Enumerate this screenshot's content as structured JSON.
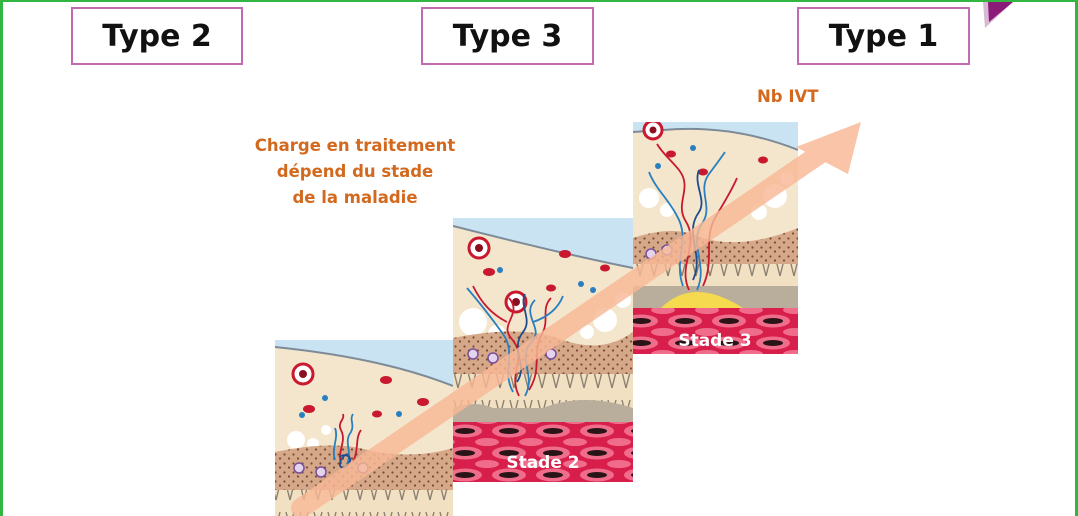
{
  "types": {
    "left": "Type 2",
    "middle": "Type 3",
    "right": "Type 1"
  },
  "labels": {
    "treatment_line1": "Charge en traitement",
    "treatment_line2": "dépend du stade",
    "treatment_line3": "de la maladie",
    "nb_ivt": "Nb IVT"
  },
  "stages": {
    "stage2": "Stade 2",
    "stage3": "Stade 3"
  },
  "colors": {
    "frame_border": "#33b542",
    "type_box_border": "#c26ab2",
    "corner_accent": "#8b1a78",
    "label_text": "#d2691e",
    "arrow": "#f8b896"
  }
}
